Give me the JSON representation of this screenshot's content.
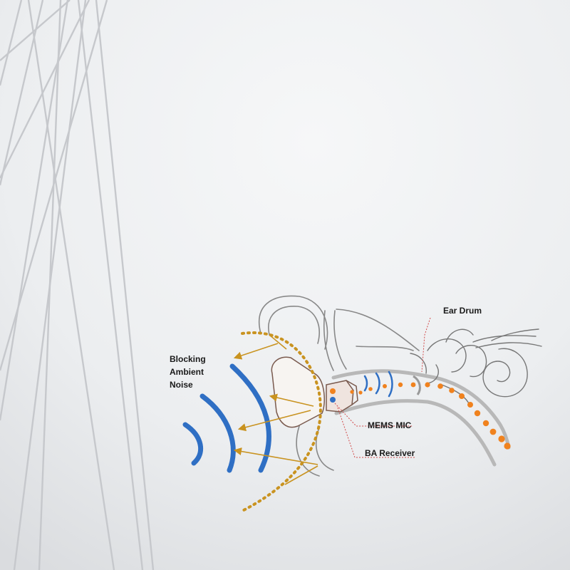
{
  "labels": {
    "blocking_line1": "Blocking",
    "blocking_line2": "Ambient",
    "blocking_line3": "Noise",
    "ear_drum": "Ear Drum",
    "mems_mic": "MEMS MIC",
    "ba_receiver": "BA Receiver"
  },
  "colors": {
    "sky_light": "#f3f4f6",
    "sky_dark": "#d9dbde",
    "cable": "#c9cbcf",
    "ear_outline": "#888888",
    "canal_wall": "#b8b8b8",
    "sound_wave_blue": "#2f6fc4",
    "dots_orange": "#f0821e",
    "arrow_gold": "#c99320",
    "leader_red": "#d14b4b"
  }
}
